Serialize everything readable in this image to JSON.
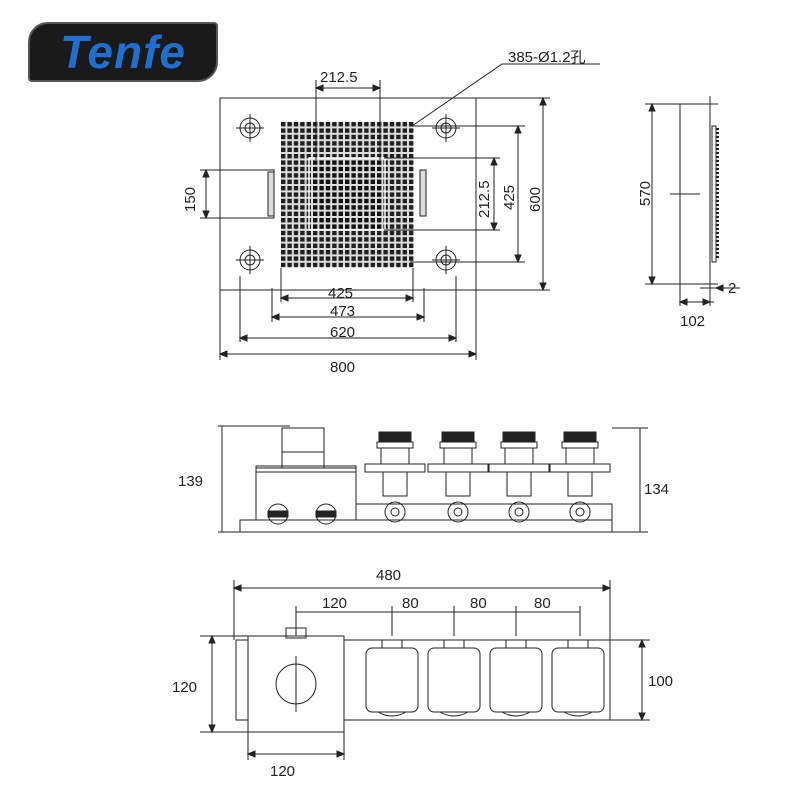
{
  "brand": {
    "name": "Tenfe"
  },
  "top_view": {
    "dim_width": "800",
    "dim_620": "620",
    "dim_473": "473",
    "dim_425_bottom": "425",
    "dim_212_top": "212.5",
    "dim_holes": "385-Ø1.2孔",
    "dim_212_right": "212.5",
    "dim_425_right": "425",
    "dim_600": "600",
    "dim_150": "150"
  },
  "side_view": {
    "dim_570": "570",
    "dim_2": "2",
    "dim_102": "102"
  },
  "valve_front": {
    "dim_139": "139",
    "dim_134": "134"
  },
  "valve_top": {
    "dim_480": "480",
    "dim_120_top": "120",
    "dim_80_a": "80",
    "dim_80_b": "80",
    "dim_80_c": "80",
    "dim_120_left": "120",
    "dim_100": "100",
    "dim_120_bottom": "120"
  }
}
